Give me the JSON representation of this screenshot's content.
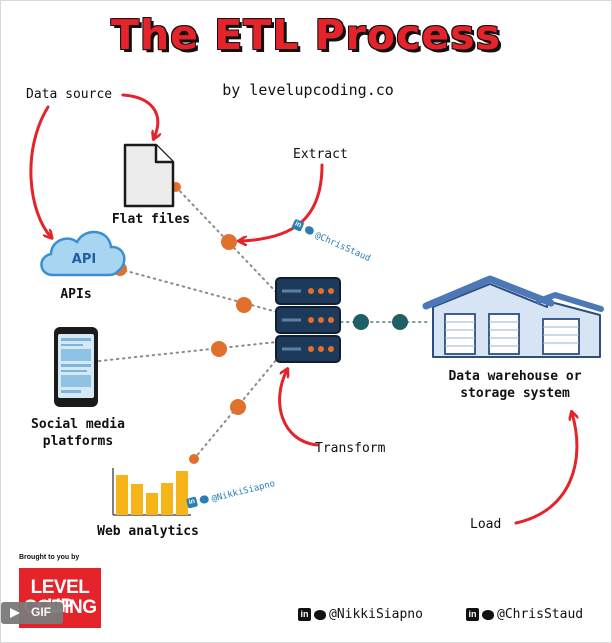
{
  "title": "The ETL Process",
  "subtitle": "by levelupcoding.co",
  "annotations": {
    "data_source": "Data source",
    "extract": "Extract",
    "transform": "Transform",
    "load": "Load"
  },
  "sources": [
    {
      "icon": "file-icon",
      "label": "Flat files"
    },
    {
      "icon": "cloud-api-icon",
      "label": "APIs",
      "icon_text": "API"
    },
    {
      "icon": "phone-icon",
      "label_lines": [
        "Social media",
        "platforms"
      ]
    },
    {
      "icon": "bar-chart-icon",
      "label": "Web analytics"
    }
  ],
  "destination": {
    "icon": "warehouse-icon",
    "label_lines": [
      "Data warehouse or",
      "storage system"
    ]
  },
  "watermarks": [
    "@ChrisStaud",
    "@NikkiSiapno"
  ],
  "branding": {
    "tagline": "Brought to you by",
    "logo_lines": [
      "LEVEL UP",
      "CODING"
    ],
    "gif_badge": "GIF"
  },
  "footer": {
    "handles": [
      "@NikkiSiapno",
      "@ChrisStaud"
    ],
    "social_icons": [
      "linkedin-icon",
      "twitter-icon"
    ]
  },
  "colors": {
    "accent_red": "#e4232b",
    "connector_orange": "#e0702c",
    "server_navy": "#1e3a5a",
    "teal": "#1f5f66",
    "warehouse_blue": "#4d78b8",
    "cloud_blue": "#a8d6f2",
    "bar_yellow": "#f5b418"
  }
}
